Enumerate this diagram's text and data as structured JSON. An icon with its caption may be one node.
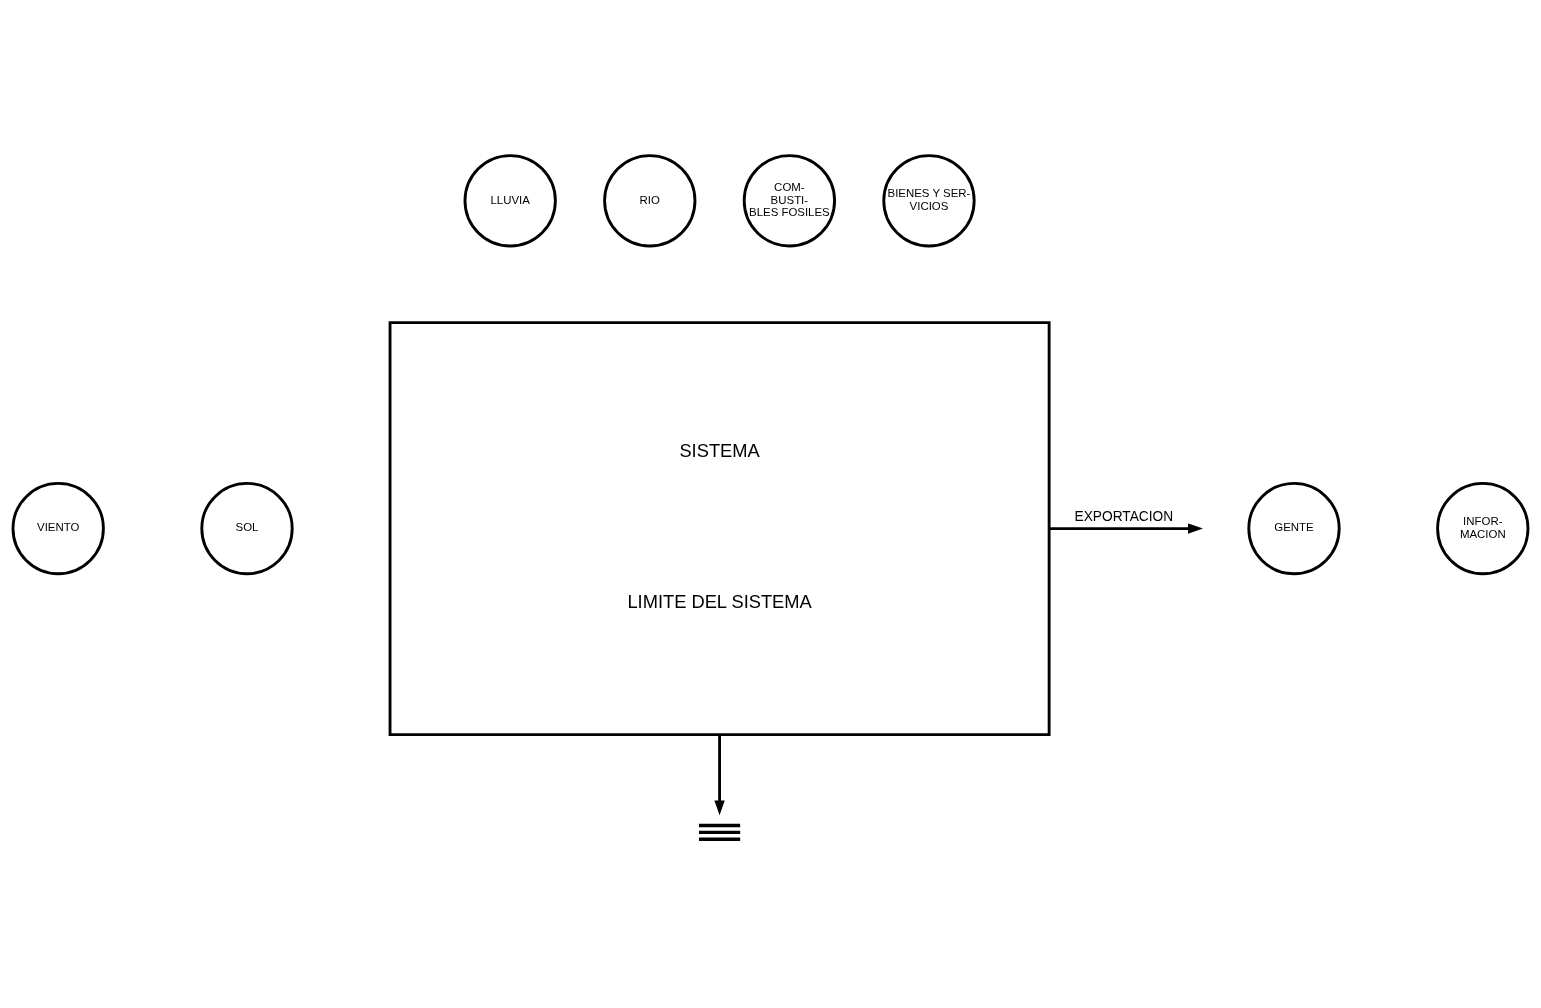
{
  "diagram": {
    "nodes": [
      {
        "text": [
          "LLUVIA"
        ]
      },
      {
        "text": [
          "RIO"
        ]
      },
      {
        "text": [
          "COM- BUSTI- BLES FOSILES"
        ]
      },
      {
        "text": [
          "BIENES Y SER- VICIOS"
        ]
      },
      {
        "text": [
          "VIENTO"
        ]
      },
      {
        "text": [
          "SISTEMA",
          "LIMITE DEL SISTEMA"
        ]
      },
      {
        "text": [
          "GENTE"
        ]
      },
      {
        "text": [
          "INFOR- MACION"
        ]
      },
      {
        "text": [
          "SOL"
        ]
      },
      {
        "text": [],
        "shape": "ground"
      }
    ],
    "edges": [
      {
        "from": 5,
        "to": null,
        "arrow": "to",
        "label": "EXPORTACION"
      },
      {
        "from": 5,
        "to": 9,
        "arrow": "to"
      }
    ]
  }
}
